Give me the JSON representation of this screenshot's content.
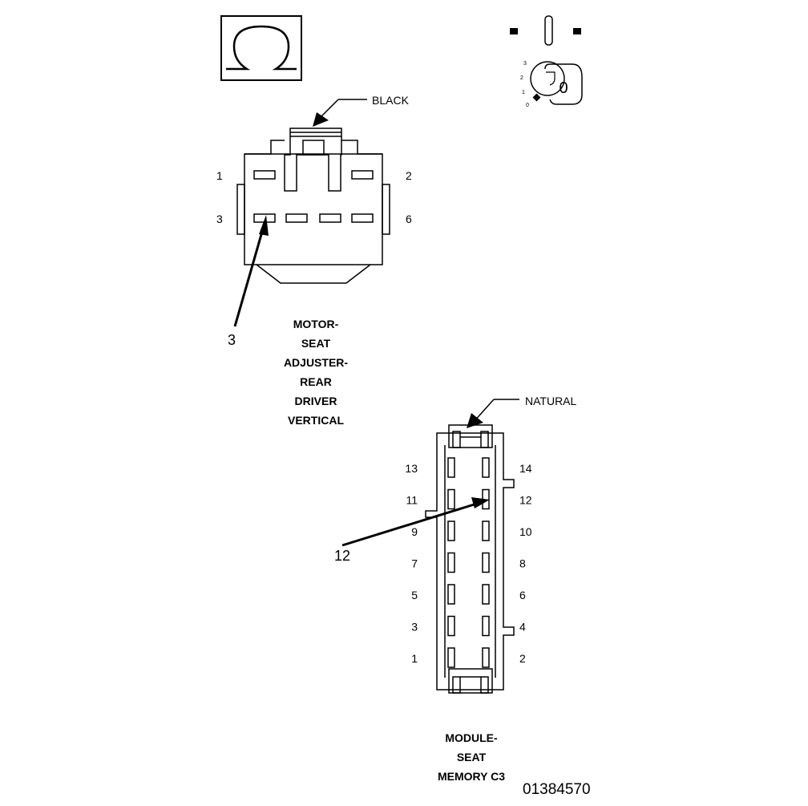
{
  "ohm_symbol": "Ω",
  "key_switch": {
    "positions": [
      "3",
      "2",
      "1",
      "0"
    ],
    "key_label": "0"
  },
  "connector_1": {
    "color_callout": "BLACK",
    "pin_labels": {
      "p1": "1",
      "p2": "2",
      "p3": "3",
      "p6": "6"
    },
    "callout_pin": "3",
    "title_lines": [
      "MOTOR-",
      "SEAT",
      "ADJUSTER-",
      "REAR",
      "DRIVER",
      "VERTICAL"
    ]
  },
  "connector_2": {
    "color_callout": "NATURAL",
    "left_pins": [
      "13",
      "11",
      "9",
      "7",
      "5",
      "3",
      "1"
    ],
    "right_pins": [
      "14",
      "12",
      "10",
      "8",
      "6",
      "4",
      "2"
    ],
    "callout_pin": "12",
    "title_lines": [
      "MODULE-",
      "SEAT",
      "MEMORY C3"
    ]
  },
  "figure_id": "01384570"
}
